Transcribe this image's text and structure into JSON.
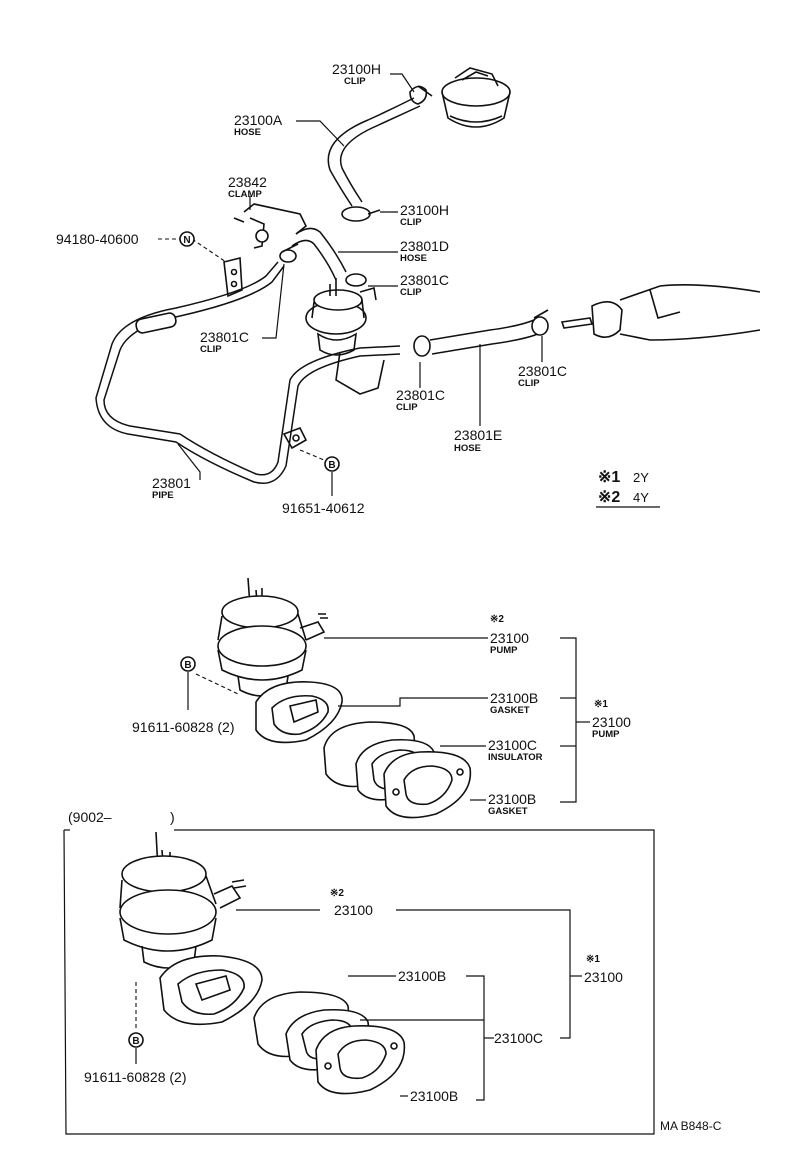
{
  "parts": {
    "clip_23100h_top": {
      "number": "23100H",
      "desc": "CLIP"
    },
    "hose_23100a": {
      "number": "23100A",
      "desc": "HOSE"
    },
    "clamp_23842": {
      "number": "23842",
      "desc": "CLAMP"
    },
    "clip_23100h_mid": {
      "number": "23100H",
      "desc": "CLIP"
    },
    "bolt_94180": {
      "number": "94180-40600",
      "marker": "N"
    },
    "hose_23801d": {
      "number": "23801D",
      "desc": "HOSE"
    },
    "clip_23801c_a": {
      "number": "23801C",
      "desc": "CLIP"
    },
    "clip_23801c_b": {
      "number": "23801C",
      "desc": "CLIP"
    },
    "clip_23801c_c": {
      "number": "23801C",
      "desc": "CLIP"
    },
    "clip_23801c_d": {
      "number": "23801C",
      "desc": "CLIP"
    },
    "hose_23801e": {
      "number": "23801E",
      "desc": "HOSE"
    },
    "pipe_23801": {
      "number": "23801",
      "desc": "PIPE"
    },
    "bolt_91651": {
      "number": "91651-40612",
      "marker": "B"
    }
  },
  "legend": {
    "row1_mark": "※1",
    "row1_text": "2Y",
    "row2_mark": "※2",
    "row2_text": "4Y"
  },
  "middle": {
    "pump_mark": "※2",
    "pump": {
      "number": "23100",
      "desc": "PUMP"
    },
    "assy_mark": "※1",
    "assy": {
      "number": "23100",
      "desc": "PUMP"
    },
    "gasket_a": {
      "number": "23100B",
      "desc": "GASKET"
    },
    "insulator": {
      "number": "23100C",
      "desc": "INSULATOR"
    },
    "gasket_b": {
      "number": "23100B",
      "desc": "GASKET"
    },
    "bolt": {
      "number": "91611-60828 (2)",
      "marker": "B"
    }
  },
  "lower": {
    "frame_label_open": "(9002–",
    "frame_label_close": ")",
    "pump_mark": "※2",
    "pump_number": "23100",
    "assy_mark": "※1",
    "assy_number": "23100",
    "gasket_a": "23100B",
    "insulator": "23100C",
    "gasket_b": "23100B",
    "bolt": {
      "number": "91611-60828 (2)",
      "marker": "B"
    }
  },
  "footer": {
    "code": "MA B848-C"
  }
}
